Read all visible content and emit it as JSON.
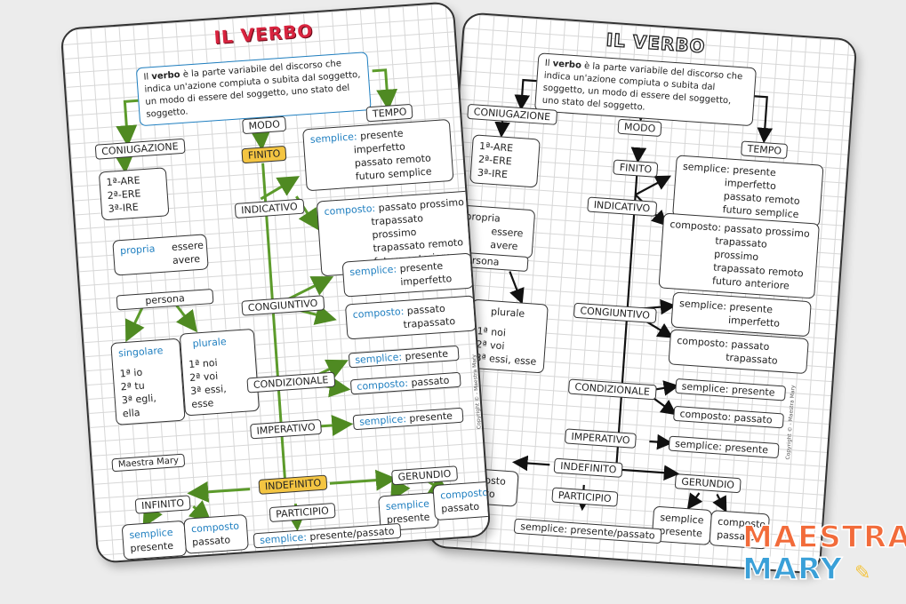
{
  "title": "IL VERBO",
  "definition": {
    "part1": "Il ",
    "bold": "verbo",
    "part2": " è la parte variabile del discorso che indica un'azione compiuta o subita dal soggetto, un modo di essere del soggetto, uno stato del soggetto."
  },
  "categories": {
    "coniugazione": "CONIUGAZIONE",
    "modo": "MODO",
    "tempo": "TEMPO",
    "finito": "FINITO",
    "indefinito": "INDEFINITO"
  },
  "coniugazioni": [
    "1ª-ARE",
    "2ª-ERE",
    "3ª-IRE"
  ],
  "propria": {
    "label": "propria",
    "items": [
      "essere",
      "avere"
    ]
  },
  "persona": "persona",
  "singolare": {
    "label": "singolare",
    "items": [
      "1ª io",
      "2ª tu",
      "3ª egli, ella"
    ]
  },
  "plurale": {
    "label": "plurale",
    "items": [
      "1ª noi",
      "2ª voi",
      "3ª essi, esse"
    ]
  },
  "modi": {
    "indicativo": "INDICATIVO",
    "congiuntivo": "CONGIUNTIVO",
    "condizionale": "CONDIZIONALE",
    "imperativo": "IMPERATIVO",
    "infinito": "INFINITO",
    "participio": "PARTICIPIO",
    "gerundio": "GERUNDIO"
  },
  "labels": {
    "semplice": "semplice:",
    "composto": "composto:",
    "semplice_plain": "semplice",
    "composto_plain": "composto"
  },
  "tempi": {
    "indicativo_semplice": [
      "presente",
      "imperfetto",
      "passato remoto",
      "futuro semplice"
    ],
    "indicativo_composto": [
      "passato prossimo",
      "trapassato prossimo",
      "trapassato remoto",
      "futuro anteriore"
    ],
    "congiuntivo_semplice": [
      "presente",
      "imperfetto"
    ],
    "congiuntivo_composto": [
      "passato",
      "trapassato"
    ],
    "condizionale_semplice": "presente",
    "condizionale_composto": "passato",
    "imperativo_semplice": "presente",
    "infinito_semplice": "presente",
    "infinito_composto": "passato",
    "participio_semplice": "presente/passato",
    "gerundio_semplice": "presente",
    "gerundio_composto": "passato"
  },
  "author": "Maestra Mary",
  "copyright": "Copyright © - Maestra Mary",
  "logo": {
    "line1": "MAESTRA",
    "line2": "MARY"
  },
  "colors": {
    "accent_blue": "#1f7fc0",
    "arrow_green": "#5c9b2b",
    "title_red": "#d8243f",
    "highlight_yellow": "#f4c542"
  }
}
